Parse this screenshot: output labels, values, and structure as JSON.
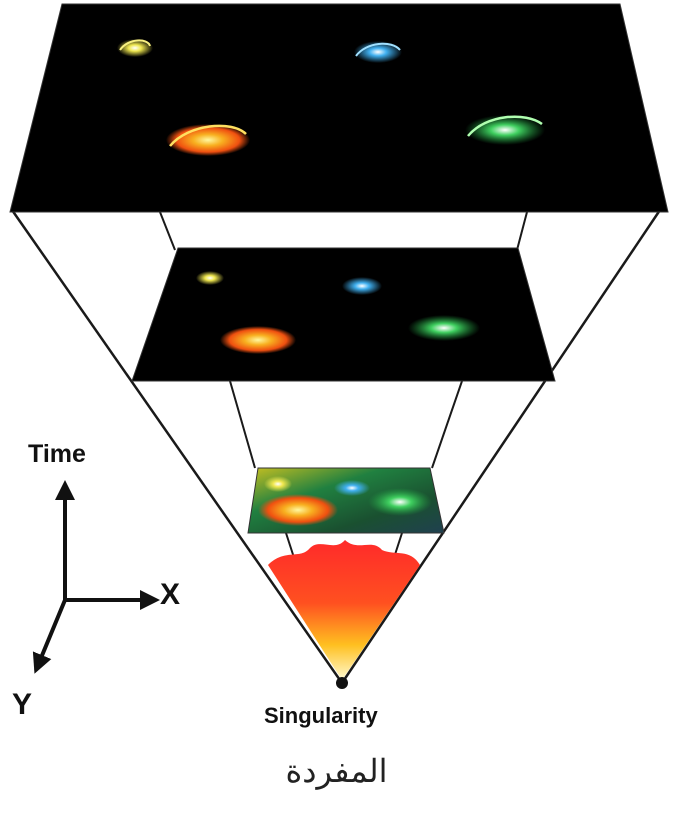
{
  "labels": {
    "time": "Time",
    "x_axis": "X",
    "y_axis": "Y",
    "singularity": "Singularity",
    "arabic_caption": "المفردة"
  },
  "colors": {
    "space_slice": "#000000",
    "cone_edge": "#1a1a1a",
    "galaxy_yellow": "#e8e040",
    "galaxy_blue": "#3aa8e0",
    "galaxy_orange": "#f0a020",
    "galaxy_green": "#3cc050",
    "glow_red": "#ff3030",
    "glow_yellow": "#fff060"
  },
  "icons": [
    "time-arrow-icon",
    "x-arrow-icon",
    "y-arrow-icon",
    "singularity-dot-icon"
  ]
}
